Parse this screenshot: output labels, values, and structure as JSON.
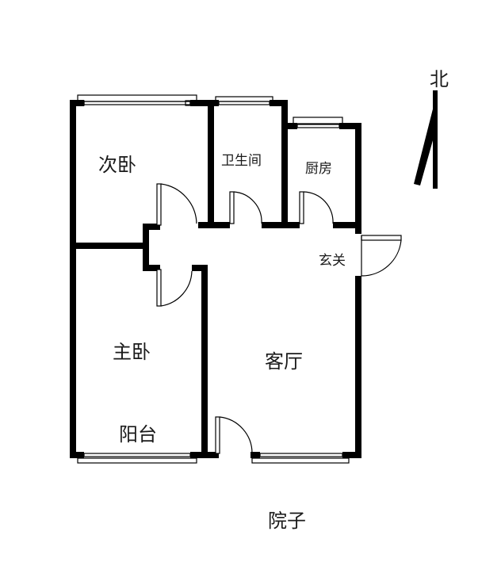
{
  "floorplan": {
    "rooms": [
      {
        "id": "second-bedroom",
        "label": "次卧"
      },
      {
        "id": "bathroom",
        "label": "卫生间"
      },
      {
        "id": "kitchen",
        "label": "厨房"
      },
      {
        "id": "entrance",
        "label": "玄关"
      },
      {
        "id": "master-bedroom",
        "label": "主卧"
      },
      {
        "id": "balcony",
        "label": "阳台"
      },
      {
        "id": "living-room",
        "label": "客厅"
      }
    ],
    "outside": {
      "courtyard": "院子"
    },
    "compass": {
      "label": "北"
    },
    "colors": {
      "wall": "#000000",
      "background": "#ffffff",
      "window": "#000000"
    }
  }
}
